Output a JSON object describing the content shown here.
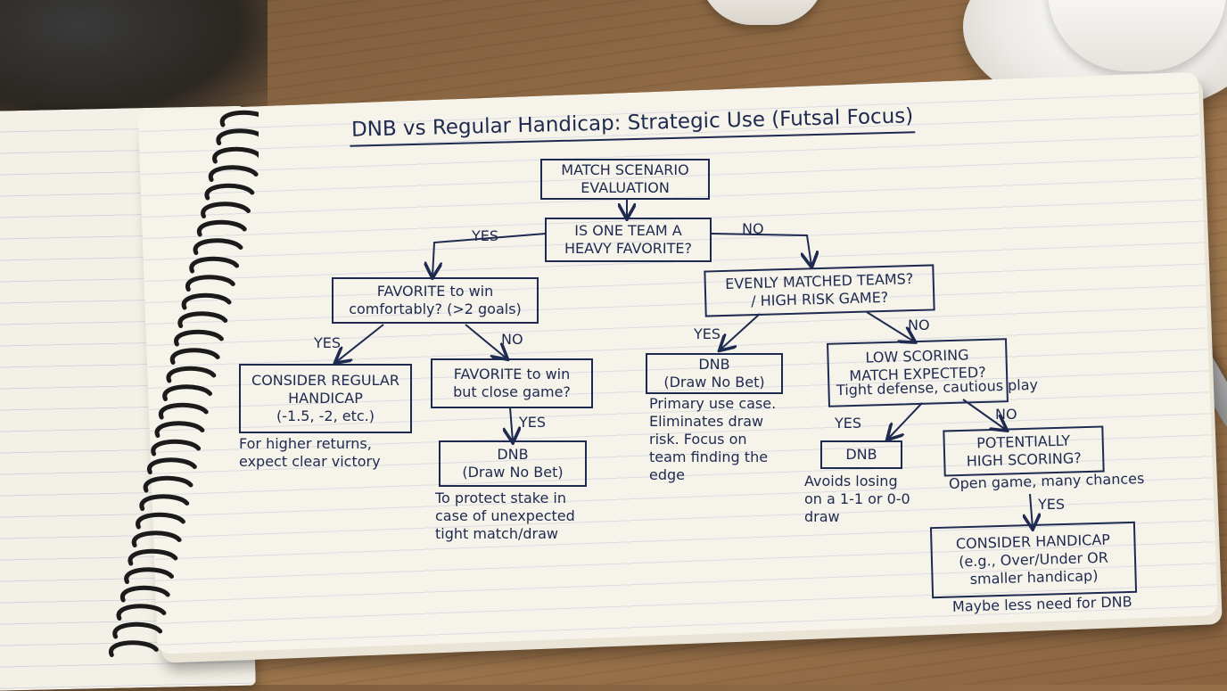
{
  "title": "DNB vs Regular Handicap: Strategic Use (Futsal Focus)",
  "nodes": {
    "start": [
      "MATCH SCENARIO",
      "EVALUATION"
    ],
    "heavy_favorite": [
      "IS ONE TEAM A",
      "HEAVY FAVORITE?"
    ],
    "favorite_comfortable": [
      "FAVORITE to win",
      "comfortably? (>2 goals)"
    ],
    "evenly_matched": [
      "EVENLY MATCHED TEAMS?",
      "/ HIGH RISK GAME?"
    ],
    "regular_handicap": [
      "CONSIDER REGULAR",
      "HANDICAP",
      "(-1.5, -2, etc.)"
    ],
    "favorite_close": [
      "FAVORITE to win",
      "but close game?"
    ],
    "dnb_close": [
      "DNB",
      "(Draw No Bet)"
    ],
    "dnb_even": [
      "DNB",
      "(Draw No Bet)"
    ],
    "low_scoring": [
      "LOW SCORING",
      "MATCH EXPECTED?"
    ],
    "dnb_low": [
      "DNB"
    ],
    "high_scoring": [
      "POTENTIALLY",
      "HIGH SCORING?"
    ],
    "consider_handicap": [
      "CONSIDER HANDICAP",
      "(e.g., Over/Under OR",
      "smaller handicap)"
    ]
  },
  "edge_labels": {
    "heavy_yes": "YES",
    "heavy_no": "NO",
    "comfortable_yes": "YES",
    "comfortable_no": "NO",
    "close_yes": "YES",
    "even_yes": "YES",
    "even_no": "NO",
    "low_yes": "YES",
    "low_no": "NO",
    "high_yes": "YES"
  },
  "notes": {
    "regular_handicap": [
      "For higher returns,",
      "expect clear victory"
    ],
    "dnb_close": [
      "To protect stake in",
      "case of unexpected",
      "tight match/draw"
    ],
    "dnb_even": [
      "Primary use case.",
      "Eliminates draw",
      "risk. Focus on",
      "team finding the",
      "edge"
    ],
    "low_scoring": [
      "Tight defense, cautious play"
    ],
    "dnb_low": [
      "Avoids losing",
      "on a 1-1 or 0-0",
      "draw"
    ],
    "high_scoring": [
      "Open game, many chances"
    ],
    "consider_handicap": [
      "Maybe less need for DNB"
    ]
  },
  "colors": {
    "ink": "#1e2a50",
    "paper": "#f6f3ea",
    "wood": "#8f6a45"
  }
}
